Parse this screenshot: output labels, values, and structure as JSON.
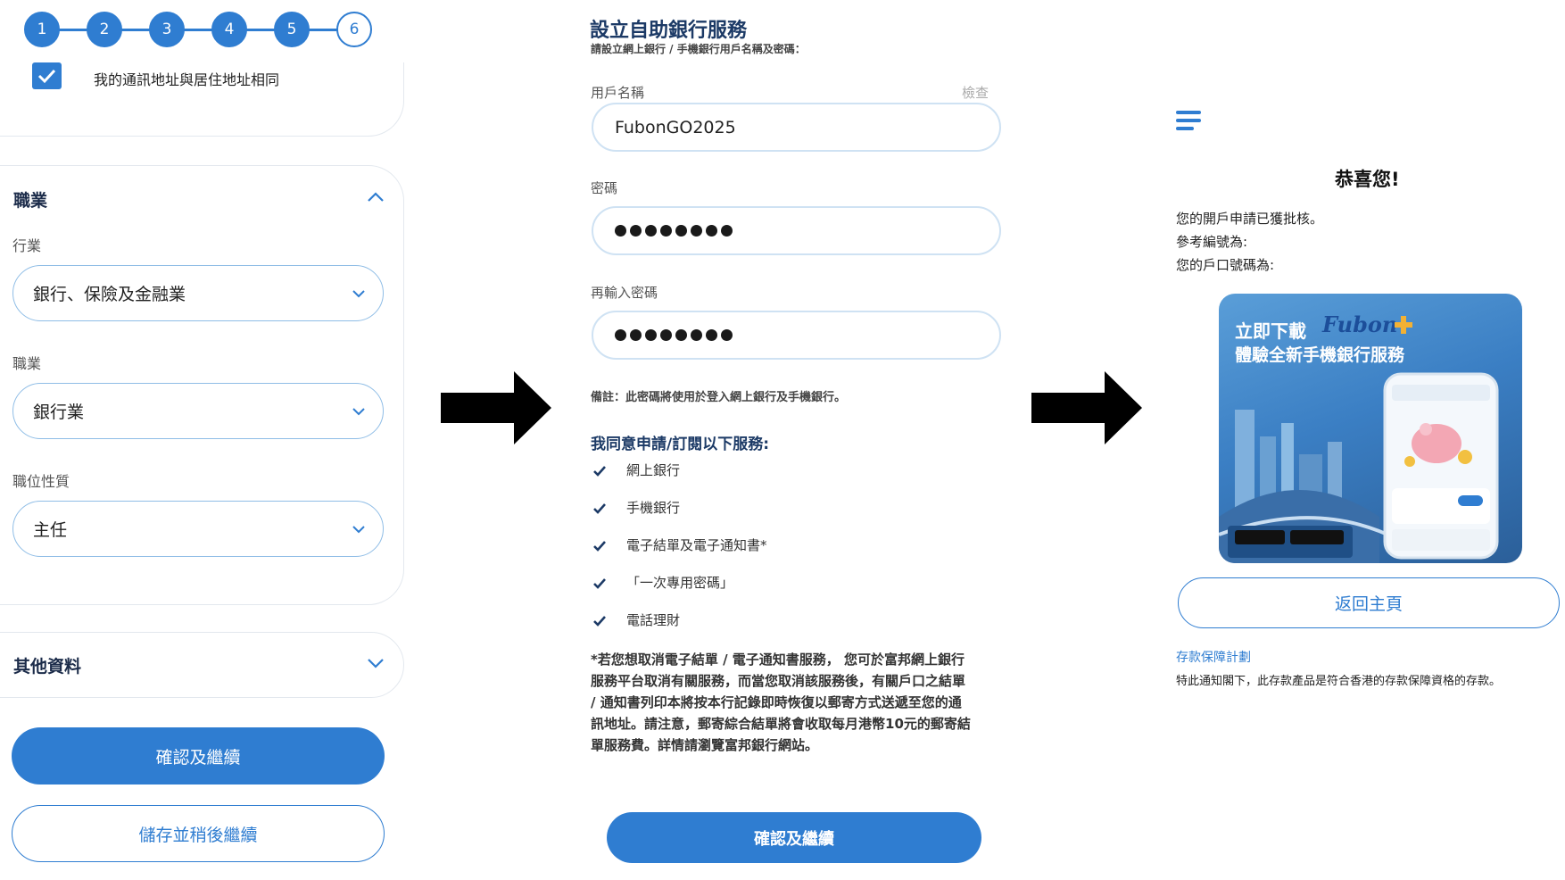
{
  "panel1": {
    "steps": [
      "1",
      "2",
      "3",
      "4",
      "5",
      "6"
    ],
    "address_same_label": "我的通訊地址與居住地址相同",
    "occupation_section": {
      "title": "職業",
      "industry_label": "行業",
      "industry_value": "銀行、保險及金融業",
      "occupation_label": "職業",
      "occupation_value": "銀行業",
      "position_label": "職位性質",
      "position_value": "主任"
    },
    "other_section_title": "其他資料",
    "confirm_button": "確認及繼續",
    "save_button": "儲存並稍後繼續"
  },
  "panel2": {
    "title": "設立自助銀行服務",
    "subtitle": "請設立網上銀行 / 手機銀行用戶名稱及密碼：",
    "username_label": "用戶名稱",
    "check_link": "檢查",
    "username_value": "FubonGO2025",
    "password_label": "密碼",
    "password_dot_count": 8,
    "reenter_label": "再輸入密碼",
    "remark": "備註：此密碼將使用於登入網上銀行及手機銀行。",
    "services_title": "我同意申請/訂閱以下服務:",
    "services": [
      "網上銀行",
      "手機銀行",
      "電子結單及電子通知書*",
      "「一次專用密碼」",
      "電話理財"
    ],
    "footnote_lines": [
      "*若您想取消電子結單 / 電子通知書服務， 您可於富邦網上銀行",
      "服務平台取消有關服務，而當您取消該服務後，有關戶口之結單",
      "/ 通知書列印本將按本行記錄即時恢復以郵寄方式送遞至您的通",
      "訊地址。請注意，郵寄綜合結單將會收取每月港幣10元的郵寄結",
      "單服務費。詳情請瀏覽富邦銀行網站。"
    ],
    "confirm_button": "確認及繼續"
  },
  "panel3": {
    "heading": "恭喜您!",
    "approved_text": "您的開戶申請已獲批核。",
    "reference_label": "參考編號為:",
    "account_label": "您的戶口號碼為:",
    "promo": {
      "line1": "立即下載",
      "brand": "Fubon",
      "line2": "體驗全新手機銀行服務"
    },
    "home_button": "返回主頁",
    "deposit_link": "存款保障計劃",
    "deposit_note": "特此通知閣下，此存款產品是符合香港的存款保障資格的存款。"
  },
  "colors": {
    "primary": "#2f7dd1",
    "dark_text": "#1c2c4a",
    "field_border": "#8fbde6"
  }
}
